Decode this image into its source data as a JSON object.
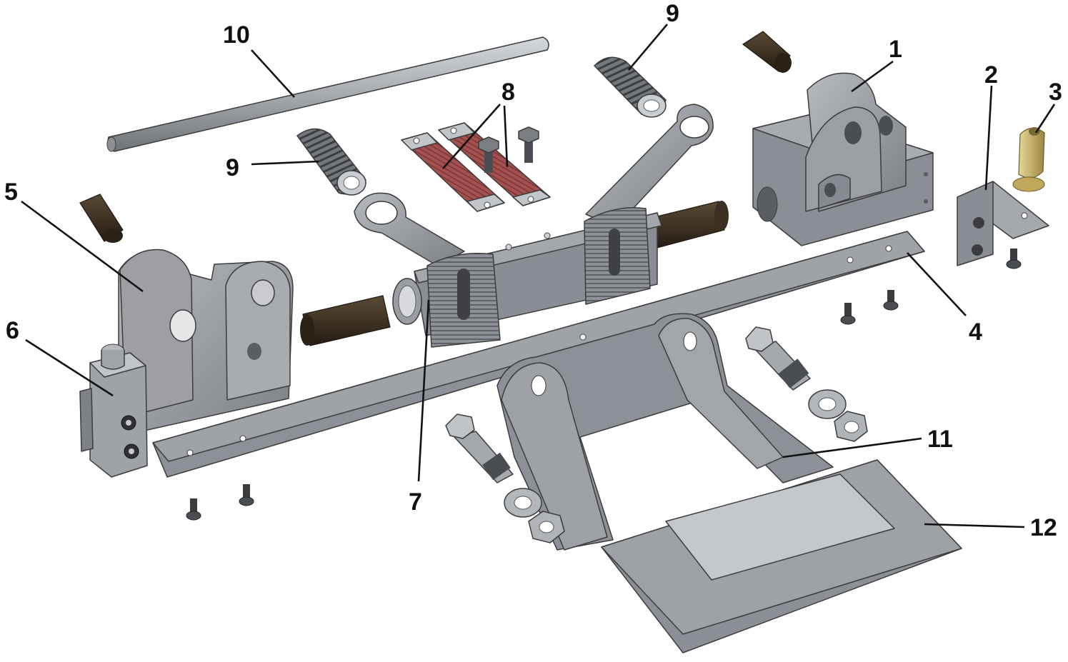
{
  "colors": {
    "steel_light": "#a9acb1",
    "steel_mid": "#8d9096",
    "steel_dark": "#6c6f75",
    "bushing": "#3a2f22",
    "insulator": "#9b4a48",
    "brass": "#cbb46a",
    "plate_top": "#c3c7cb"
  },
  "callouts": [
    {
      "id": "1",
      "label": "1",
      "part": "right-hinge-block"
    },
    {
      "id": "2",
      "label": "2",
      "part": "angle-bracket"
    },
    {
      "id": "3",
      "label": "3",
      "part": "terminal-nut"
    },
    {
      "id": "4",
      "label": "4",
      "part": "mounting-bar"
    },
    {
      "id": "5",
      "label": "5",
      "part": "left-hinge-block"
    },
    {
      "id": "6",
      "label": "6",
      "part": "terminal-block"
    },
    {
      "id": "7",
      "label": "7",
      "part": "rocker-arm"
    },
    {
      "id": "8",
      "label": "8",
      "part": "insulating-strips"
    },
    {
      "id": "9a",
      "label": "9",
      "part": "spring-left"
    },
    {
      "id": "9b",
      "label": "9",
      "part": "spring-right"
    },
    {
      "id": "10",
      "label": "10",
      "part": "shaft-rod"
    },
    {
      "id": "11",
      "label": "11",
      "part": "pedal-frame"
    },
    {
      "id": "12",
      "label": "12",
      "part": "pedal-plate"
    }
  ]
}
